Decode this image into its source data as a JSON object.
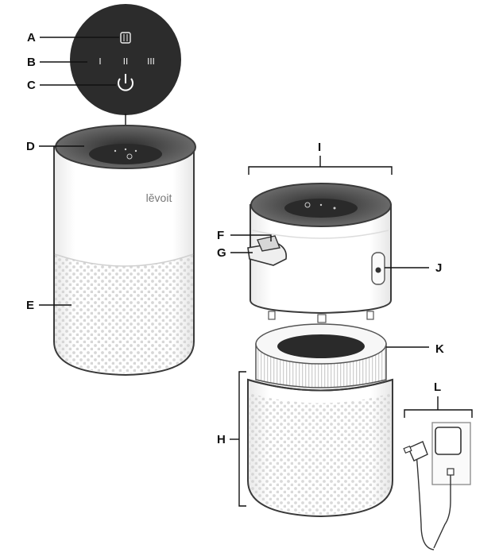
{
  "labels": {
    "A": "A",
    "B": "B",
    "C": "C",
    "D": "D",
    "E": "E",
    "F": "F",
    "G": "G",
    "H": "H",
    "I": "I",
    "J": "J",
    "K": "K",
    "L": "L"
  },
  "brand": "lĕvoit",
  "speed_marks": {
    "low": "I",
    "mid": "II",
    "high": "III"
  },
  "colors": {
    "grille": "#4a4a4a",
    "body": "#ffffff",
    "dial": "#2c2c2c",
    "outline": "#3a3a3a"
  }
}
